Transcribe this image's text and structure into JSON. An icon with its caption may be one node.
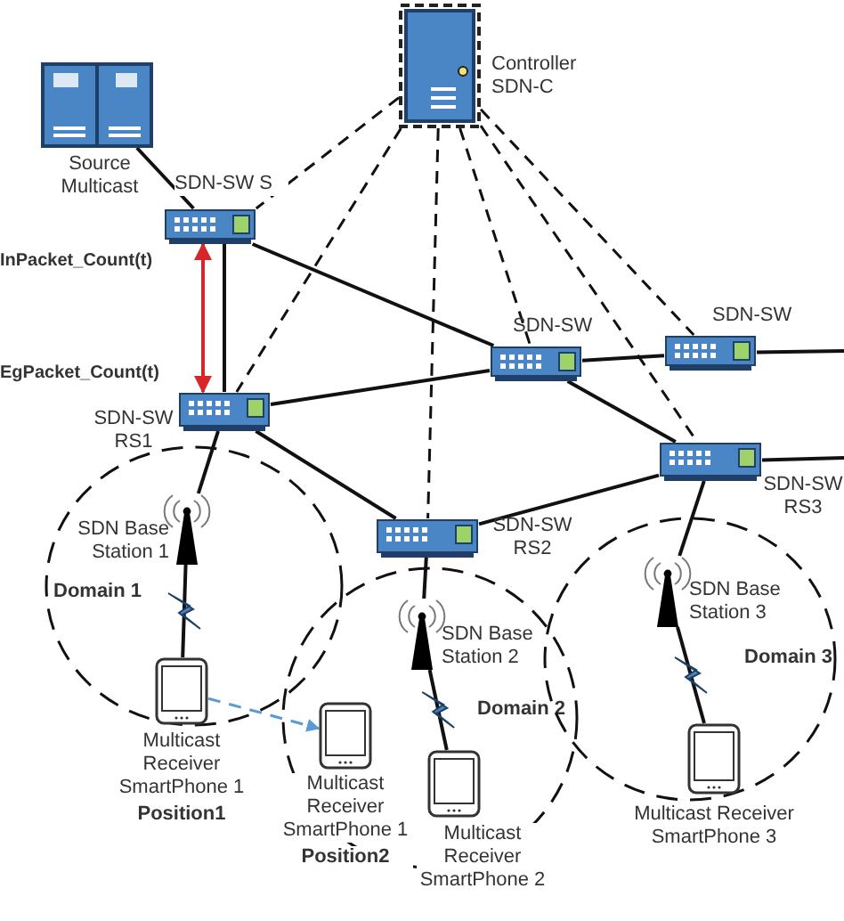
{
  "diagram": {
    "nodes": [
      {
        "text": [
          "Controller SDN-C"
        ]
      },
      {
        "text": [
          "Source Multicast"
        ]
      },
      {
        "text": [
          "SDN-SW S"
        ]
      },
      {
        "text": [
          "SDN-SW"
        ]
      },
      {
        "text": [
          "SDN-SW"
        ]
      },
      {
        "text": [
          "SDN-SW RS1"
        ]
      },
      {
        "text": [
          "SDN-SW RS3"
        ]
      },
      {
        "text": [
          "SDN-SW RS2"
        ]
      },
      {
        "text": [
          "Domain 1"
        ]
      },
      {
        "text": [
          "SDN Base Station 1"
        ],
        "in": 8
      },
      {
        "text": [
          "Multicast Receiver SmartPhone 1",
          "Position1"
        ],
        "in": 8
      },
      {
        "text": [
          "Domain 2"
        ]
      },
      {
        "text": [
          "SDN Base Station 2"
        ],
        "in": 11
      },
      {
        "text": [
          "Multicast Receiver SmartPhone 1",
          "Position2"
        ],
        "in": 11
      },
      {
        "text": [
          "Multicast Receiver SmartPhone 2"
        ],
        "in": 11
      },
      {
        "text": [
          "Domain 3"
        ]
      },
      {
        "text": [
          "SDN Base Station 3"
        ],
        "in": 15
      },
      {
        "text": [
          "Multicast Receiver SmartPhone 3"
        ],
        "in": 15
      }
    ],
    "edges": [
      {
        "from": 1,
        "to": 2,
        "arrow": "none"
      },
      {
        "from": 2,
        "to": 5,
        "arrow": "none"
      },
      {
        "from": 2,
        "to": 5,
        "arrow": "both",
        "color": "#d62728"
      },
      {
        "from": 2,
        "to": 3,
        "arrow": "none"
      },
      {
        "from": 5,
        "to": 3,
        "arrow": "none"
      },
      {
        "from": 3,
        "to": 4,
        "arrow": "none"
      },
      {
        "from": 4,
        "to": null,
        "arrow": "none"
      },
      {
        "from": 3,
        "to": 6,
        "arrow": "none"
      },
      {
        "from": 5,
        "to": 7,
        "arrow": "none"
      },
      {
        "from": 7,
        "to": 6,
        "arrow": "none"
      },
      {
        "from": 6,
        "to": null,
        "arrow": "none"
      },
      {
        "from": 5,
        "to": 9,
        "arrow": "none"
      },
      {
        "from": 7,
        "to": 12,
        "arrow": "none"
      },
      {
        "from": 6,
        "to": 16,
        "arrow": "none"
      },
      {
        "from": 0,
        "to": 2,
        "arrow": "none",
        "style": "dashed"
      },
      {
        "from": 0,
        "to": 5,
        "arrow": "none",
        "style": "dashed"
      },
      {
        "from": 0,
        "to": 7,
        "arrow": "none",
        "style": "dashed"
      },
      {
        "from": 0,
        "to": 3,
        "arrow": "none",
        "style": "dashed"
      },
      {
        "from": 0,
        "to": 6,
        "arrow": "none",
        "style": "dashed"
      },
      {
        "from": 0,
        "to": 4,
        "arrow": "none",
        "style": "dashed"
      },
      {
        "from": 9,
        "to": 10,
        "arrow": "none"
      },
      {
        "from": 12,
        "to": 14,
        "arrow": "none"
      },
      {
        "from": 16,
        "to": 17,
        "arrow": "none"
      },
      {
        "from": 10,
        "to": 13,
        "arrow": "to",
        "style": "dashed",
        "color": "#5b9bd5"
      }
    ],
    "labels": [
      "InPacket_Count(t)",
      "EgPacket_Count(t)"
    ]
  }
}
